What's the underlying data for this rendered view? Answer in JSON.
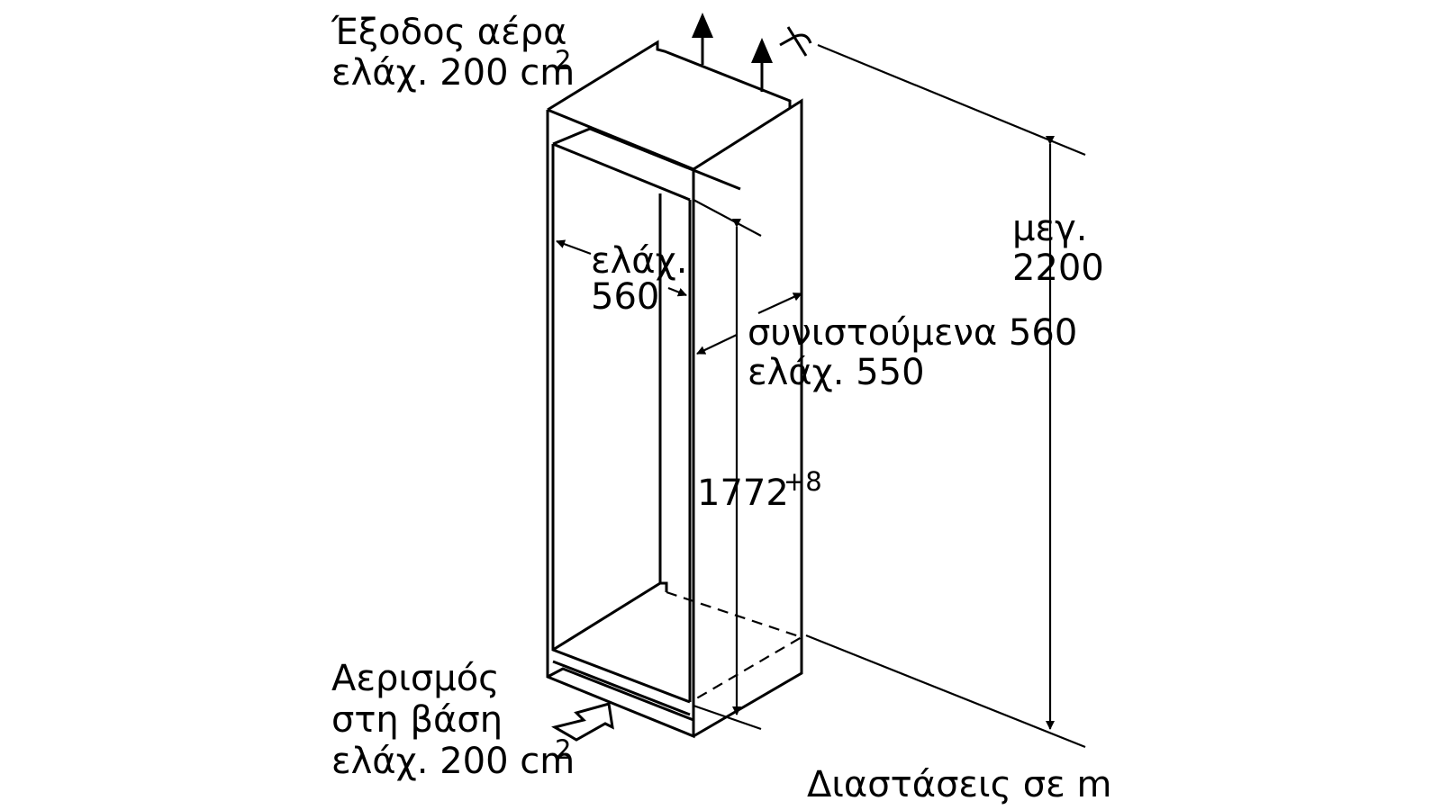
{
  "labels": {
    "air_outlet_line1": "Έξοδος αέρα",
    "air_outlet_line2": "ελάχ. 200 cm",
    "air_outlet_sup": "2",
    "min_width_line1": "ελάχ.",
    "min_width_line2": "560",
    "recommended_line1": "συνιστούμενα 560",
    "recommended_line2": "ελάχ. 550",
    "max_height_line1": "μεγ.",
    "max_height_line2": "2200",
    "niche_height": "1772",
    "niche_height_sup": "+8",
    "base_vent_line1": "Αερισμός",
    "base_vent_line2": "στη βάση",
    "base_vent_line3": "ελάχ. 200 cm",
    "base_vent_sup": "2",
    "units_note": "Διαστάσεις σε m"
  }
}
